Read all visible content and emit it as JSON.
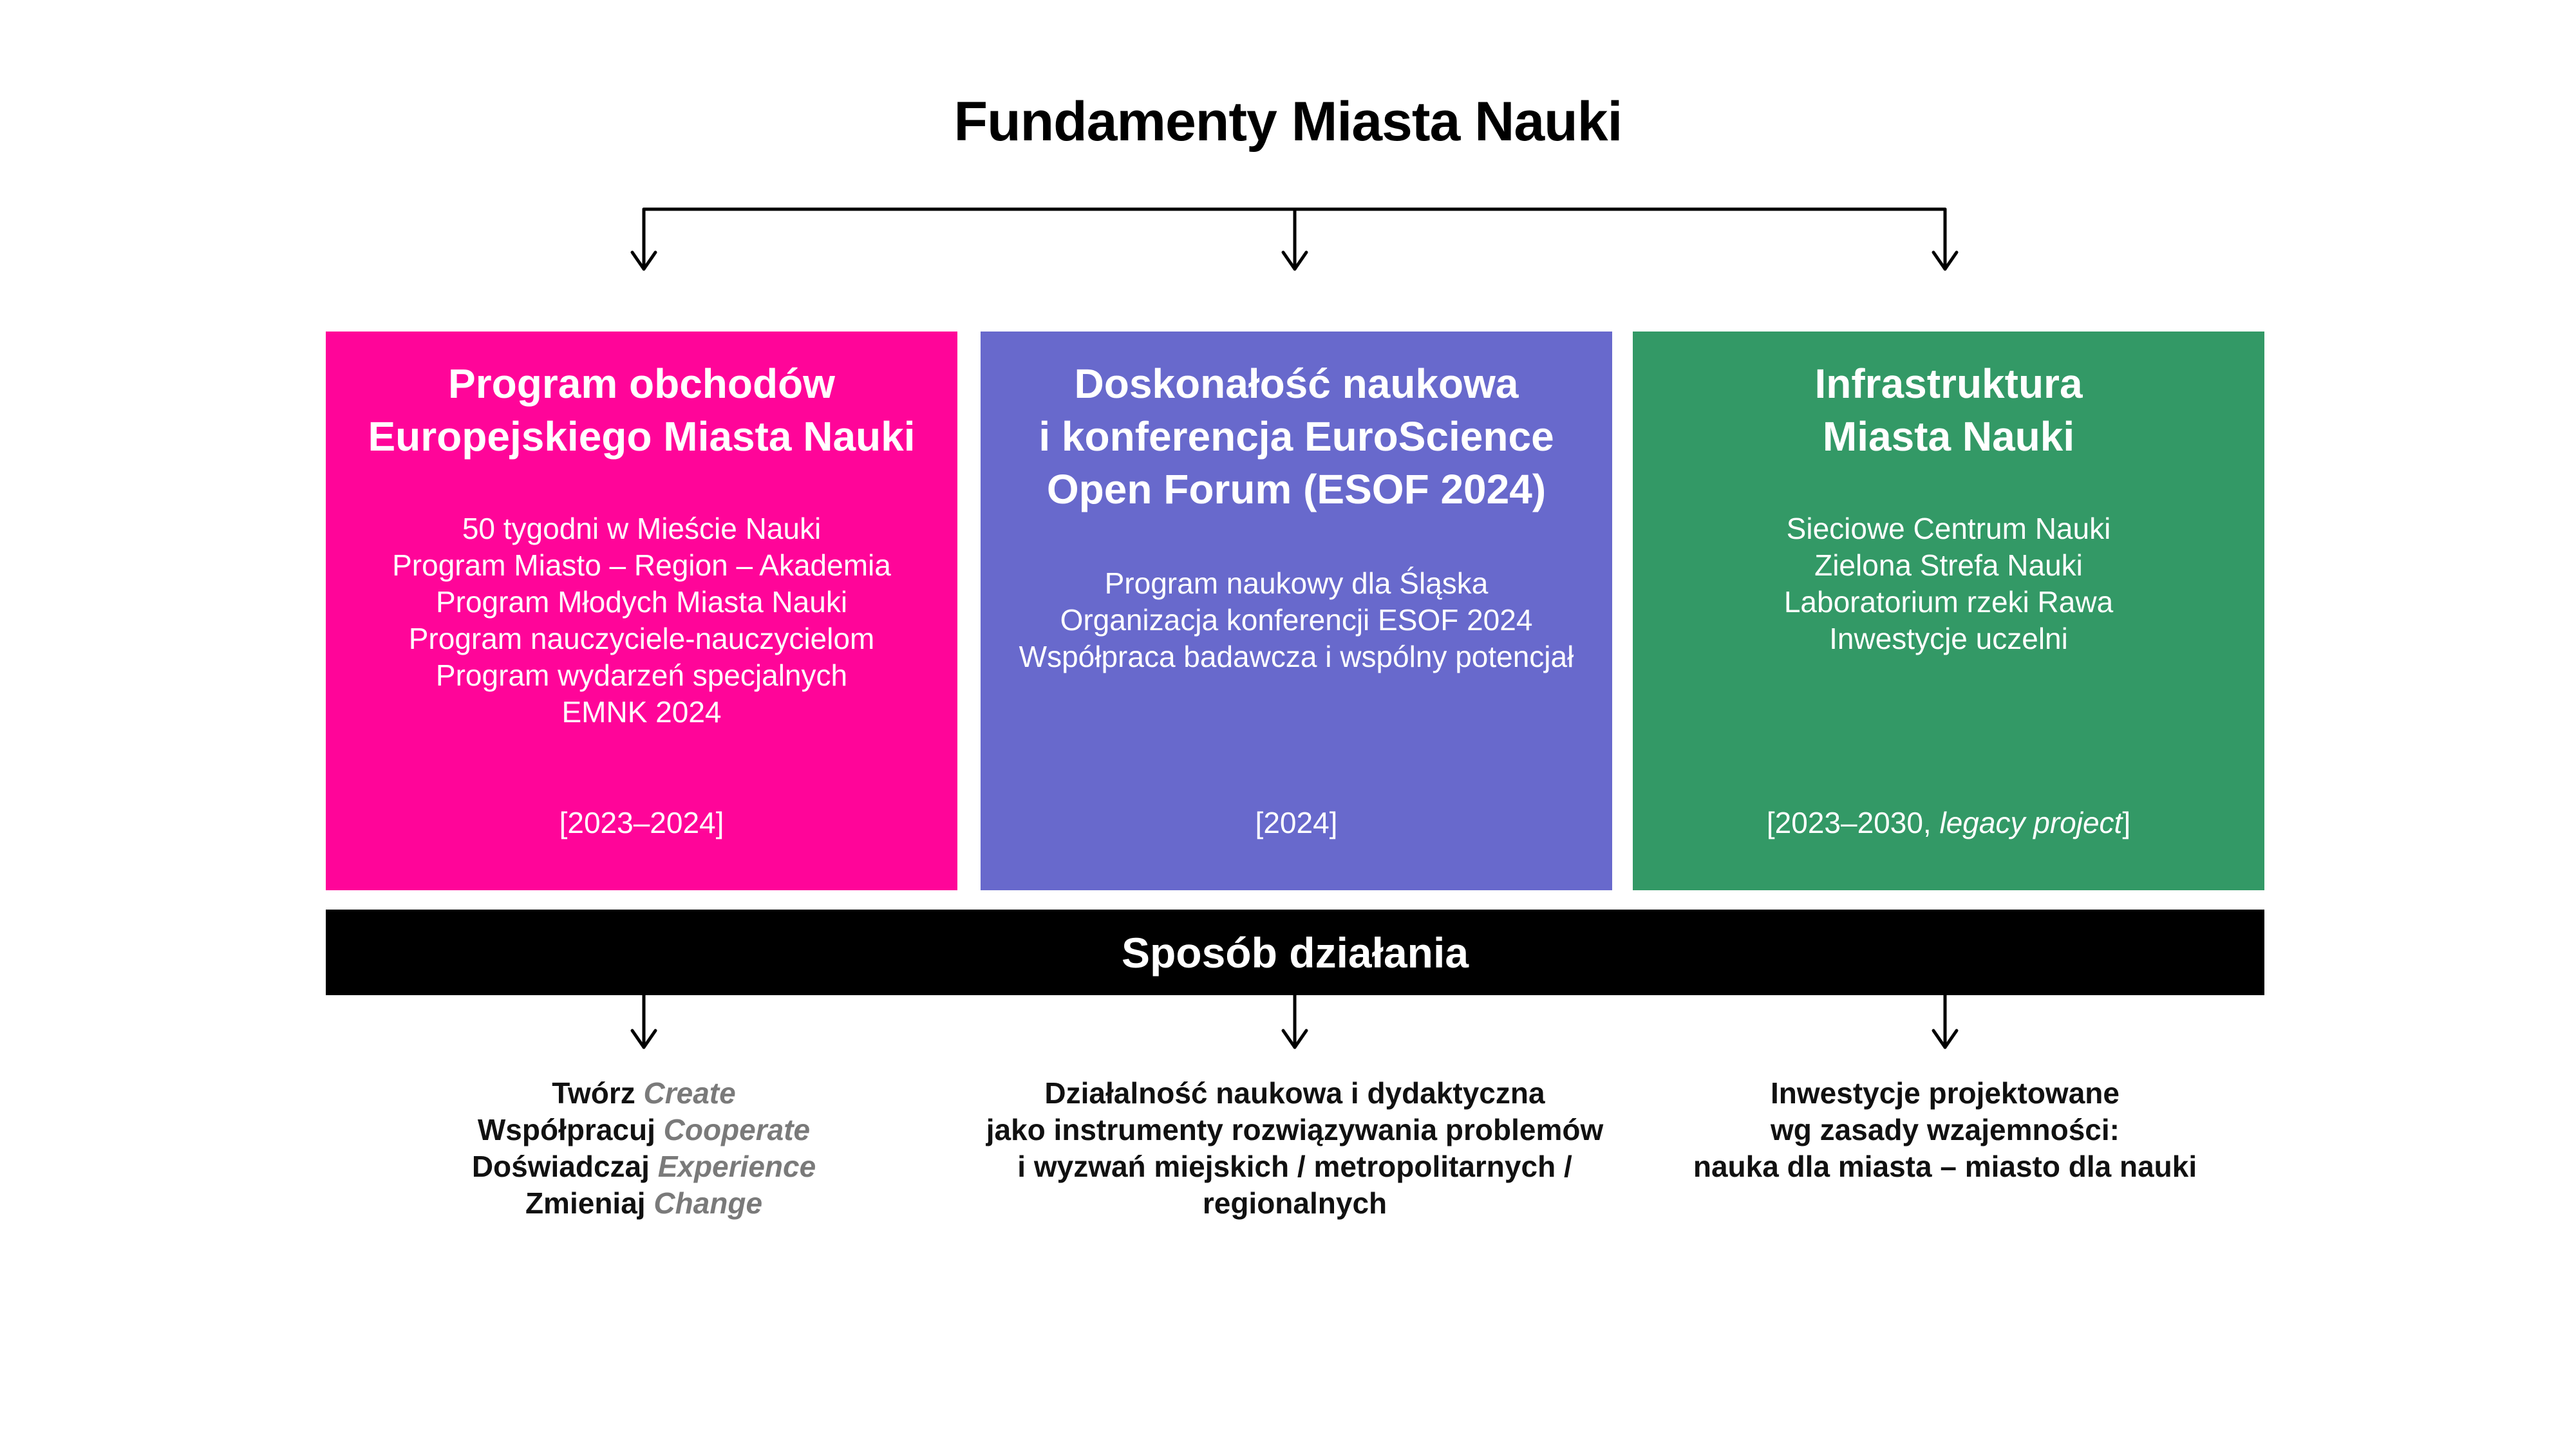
{
  "title": "Fundamenty Miasta Nauki",
  "colors": {
    "pink": "#FF0599",
    "purple": "#6869CC",
    "green": "#339966",
    "black": "#000000",
    "grey_italic": "#7A7A7A"
  },
  "boxes": [
    {
      "heading": [
        "Program obchodów",
        "Europejskiego Miasta Nauki"
      ],
      "items": [
        "50 tygodni w Mieście Nauki",
        "Program Miasto – Region – Akademia",
        "Program Młodych Miasta Nauki",
        "Program nauczyciele-nauczycielom",
        "Program wydarzeń specjalnych",
        "EMNK 2024"
      ],
      "period": "[2023–2024]"
    },
    {
      "heading": [
        "Doskonałość naukowa",
        "i konferencja EuroScience",
        "Open Forum (ESOF 2024)"
      ],
      "items": [
        "Program naukowy dla Śląska",
        "Organizacja konferencji ESOF 2024",
        "Współpraca badawcza i wspólny potencjał"
      ],
      "period": "[2024]"
    },
    {
      "heading": [
        "Infrastruktura",
        "Miasta Nauki"
      ],
      "items": [
        "Sieciowe Centrum Nauki",
        "Zielona Strefa Nauki",
        "Laboratorium rzeki Rawa",
        "Inwestycje uczelni"
      ],
      "period_prefix": "[2023–2030, ",
      "period_italic": "legacy project",
      "period_suffix": "]"
    }
  ],
  "bar_label": "Sposób działania",
  "bottom": {
    "left": [
      {
        "pl": "Twórz",
        "en": "Create"
      },
      {
        "pl": "Współpracuj",
        "en": "Cooperate"
      },
      {
        "pl": "Doświadczaj",
        "en": "Experience"
      },
      {
        "pl": "Zmieniaj",
        "en": "Change"
      }
    ],
    "middle": [
      "Działalność naukowa i dydaktyczna",
      "jako instrumenty rozwiązywania problemów",
      "i wyzwań miejskich / metropolitarnych /",
      "regionalnych"
    ],
    "right": [
      "Inwestycje projektowane",
      "wg zasady wzajemności:",
      "nauka dla miasta – miasto dla nauki"
    ]
  }
}
